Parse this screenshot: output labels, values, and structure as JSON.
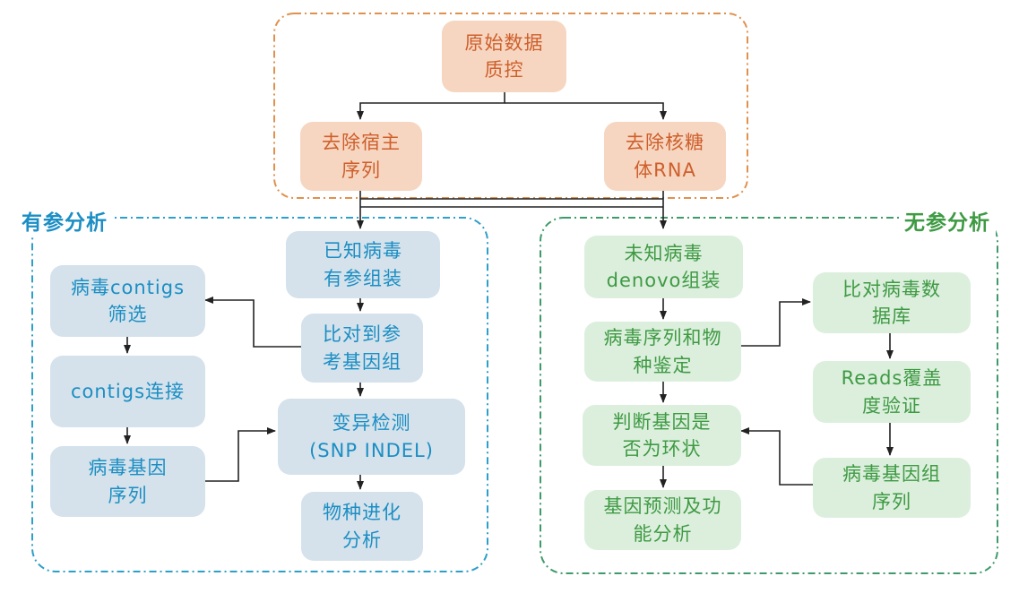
{
  "colors": {
    "qc_border": "#e0914e",
    "ref_border": "#2e9fc9",
    "nonref_border": "#3f9a6a",
    "arrow": "#222222"
  },
  "qc": {
    "raw_qc": "原始数据\n质控",
    "remove_host": "去除宿主\n序列",
    "remove_rrna": "去除核糖\n体RNA"
  },
  "reference": {
    "title": "有参分析",
    "assembly": "已知病毒\n有参组装",
    "align_ref": "比对到参\n考基因组",
    "contig_filter": "病毒contigs\n筛选",
    "contig_join": "contigs连接",
    "genome_seq": "病毒基因\n序列",
    "variant": "变异检测\n(SNP INDEL)",
    "evolution": "物种进化\n分析"
  },
  "non_reference": {
    "title": "无参分析",
    "denovo": "未知病毒\ndenovo组装",
    "identify": "病毒序列和物\n种鉴定",
    "db_align": "比对病毒数\n据库",
    "coverage": "Reads覆盖\n度验证",
    "genome_seq": "病毒基因组\n序列",
    "circular": "判断基因是\n否为环状",
    "function": "基因预测及功\n能分析"
  }
}
